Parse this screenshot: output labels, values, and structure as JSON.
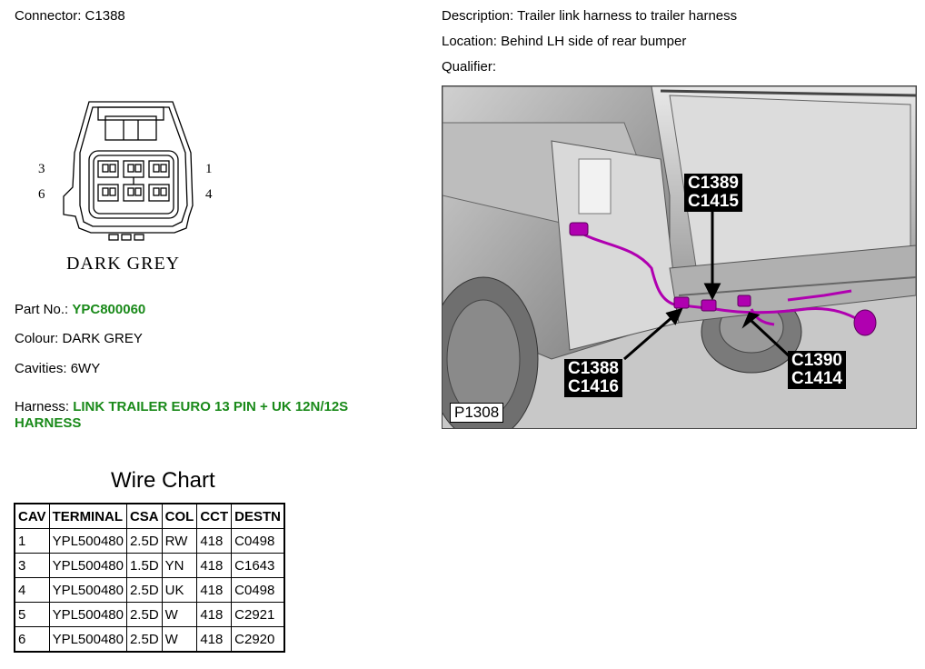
{
  "connector": {
    "label": "Connector:",
    "value": "C1388"
  },
  "description": {
    "label": "Description:",
    "value": "Trailer link harness to trailer harness"
  },
  "location": {
    "label": "Location:",
    "value": "Behind LH side of rear bumper"
  },
  "qualifier": {
    "label": "Qualifier:",
    "value": ""
  },
  "pinout": {
    "pins_left": [
      "3",
      "6"
    ],
    "pins_right": [
      "1",
      "4"
    ],
    "colour_label": "DARK GREY"
  },
  "part": {
    "label": "Part No.:",
    "value": "YPC800060"
  },
  "colour": {
    "label": "Colour:",
    "value": "DARK GREY"
  },
  "cavities": {
    "label": "Cavities:",
    "value": "6WY"
  },
  "harness": {
    "label": "Harness:",
    "value": "LINK TRAILER EURO 13 PIN + UK 12N/12S HARNESS"
  },
  "wire_chart": {
    "title": "Wire Chart",
    "headers": [
      "CAV",
      "TERMINAL",
      "CSA",
      "COL",
      "CCT",
      "DESTN"
    ],
    "rows": [
      [
        "1",
        "YPL500480",
        "2.5D",
        "RW",
        "418",
        "C0498"
      ],
      [
        "3",
        "YPL500480",
        "1.5D",
        "YN",
        "418",
        "C1643"
      ],
      [
        "4",
        "YPL500480",
        "2.5D",
        "UK",
        "418",
        "C0498"
      ],
      [
        "5",
        "YPL500480",
        "2.5D",
        "W",
        "418",
        "C2921"
      ],
      [
        "6",
        "YPL500480",
        "2.5D",
        "W",
        "418",
        "C2920"
      ]
    ]
  },
  "photo": {
    "callouts": [
      {
        "line1": "C1389",
        "line2": "C1415"
      },
      {
        "line1": "C1388",
        "line2": "C1416"
      },
      {
        "line1": "C1390",
        "line2": "C1414"
      }
    ],
    "figure_id": "P1308",
    "harness_color": "#b000b0"
  }
}
